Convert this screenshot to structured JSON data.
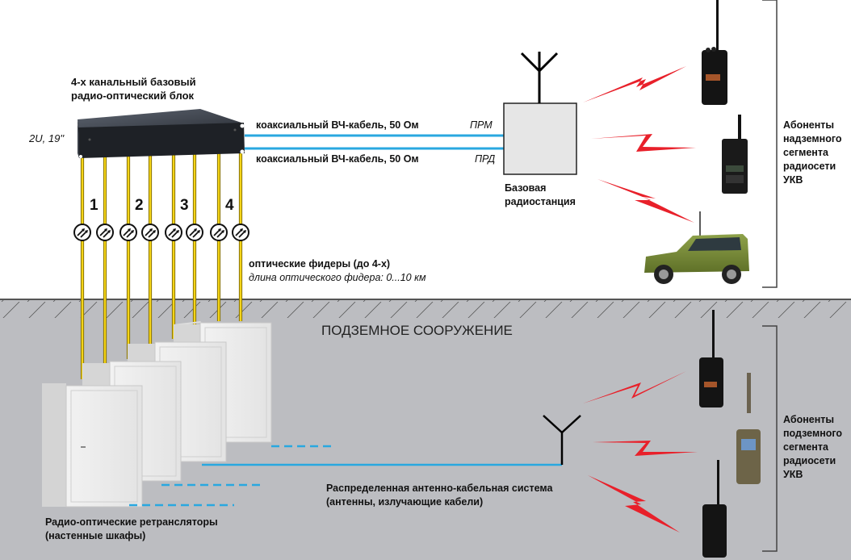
{
  "base_unit": {
    "title_line1": "4-х канальный базовый",
    "title_line2": "радио-оптический блок",
    "form_factor": "2U, 19''"
  },
  "coax": {
    "label_top": "коаксиальный ВЧ-кабель, 50 Ом",
    "label_bottom": "коаксиальный ВЧ-кабель, 50 Ом",
    "port_rx": "ПРМ",
    "port_tx": "ПРД"
  },
  "base_station": {
    "label_line1": "Базовая",
    "label_line2": "радиостанция"
  },
  "channels": [
    "1",
    "2",
    "3",
    "4"
  ],
  "optical_feeders": {
    "title": "оптические фидеры (до 4-х)",
    "length_note": "длина оптического фидера: 0...10 км"
  },
  "surface_subscribers": {
    "line1": "Абоненты",
    "line2": "надземного",
    "line3": "сегмента",
    "line4": "радиосети",
    "line5": "УКВ"
  },
  "underground": {
    "title": "ПОДЗЕМНОЕ СООРУЖЕНИЕ",
    "das_line1": "Распределенная антенно-кабельная система",
    "das_line2": "(антенны, излучающие кабели)",
    "repeaters_line1": "Радио-оптические ретрансляторы",
    "repeaters_line2": "(настенные шкафы)"
  },
  "underground_subscribers": {
    "line1": "Абоненты",
    "line2": "подземного",
    "line3": "сегмента",
    "line4": "радиосети",
    "line5": "УКВ"
  },
  "colors": {
    "coax": "#29a8e0",
    "fiber": "#f2d21b",
    "radio_link": "#e8202a",
    "underground_bg": "#bcbdc1"
  }
}
